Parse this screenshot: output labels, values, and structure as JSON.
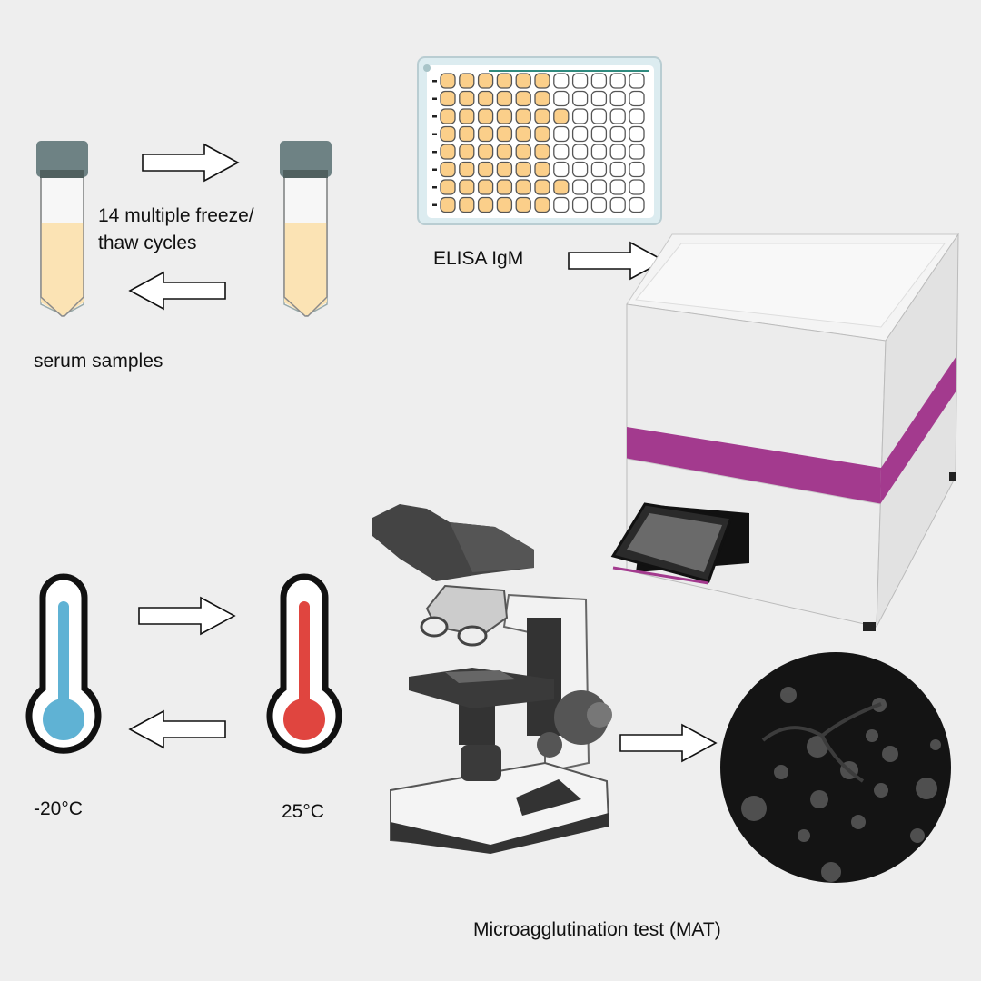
{
  "labels": {
    "freeze_thaw_line1": "14 multiple freeze/",
    "freeze_thaw_line2": "thaw cycles",
    "serum_samples": "serum samples",
    "elisa": "ELISA IgM",
    "temp_cold": "-20°C",
    "temp_warm": "25°C",
    "mat": "Microagglutination test (MAT)"
  },
  "elisa_plate": {
    "rows": 8,
    "columns": 11,
    "filled_wells_per_row": [
      6,
      6,
      7,
      6,
      6,
      6,
      7,
      6
    ],
    "filled_color": "#fbcf8a",
    "empty_color": "#ffffff"
  },
  "colors": {
    "background": "#eeeeee",
    "serum": "#fbe3b4",
    "tube_cap": "#6e8284",
    "cold": "#5fb2d4",
    "warm": "#e0453f",
    "reader_band": "#a33a8e"
  }
}
